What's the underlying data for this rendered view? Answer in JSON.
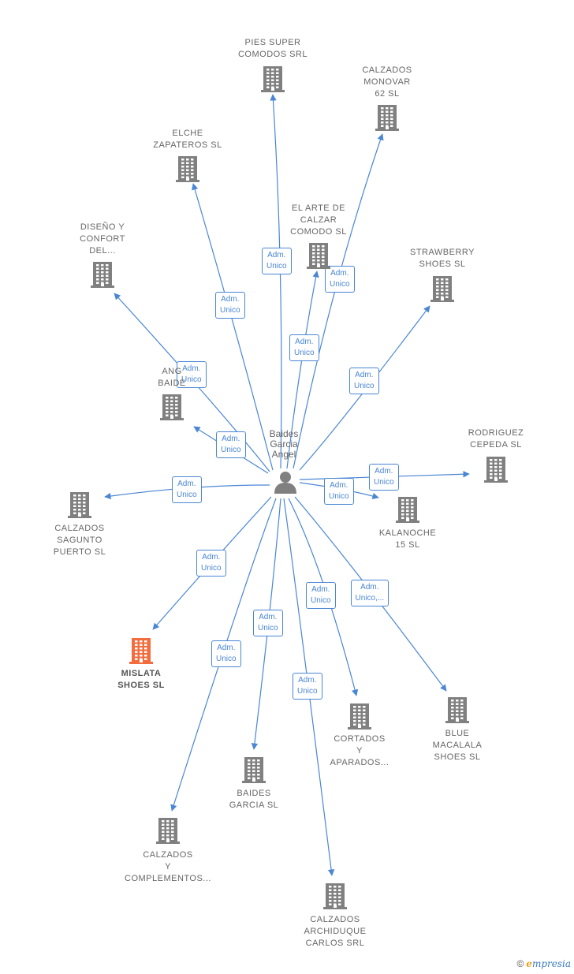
{
  "diagram": {
    "center": {
      "name": "Baides\nGarcia\nAngel"
    },
    "colors": {
      "edge": "#4a86d4",
      "building": "#808080",
      "highlight": "#f26c3d"
    },
    "companies": [
      {
        "id": "pies",
        "label": "PIES SUPER\nCOMODOS SRL",
        "edge_label": "Adm.\nUnico",
        "highlight": false
      },
      {
        "id": "monovar",
        "label": "CALZADOS\nMONOVAR\n62 SL",
        "edge_label": "Adm.\nUnico",
        "highlight": false
      },
      {
        "id": "elche",
        "label": "ELCHE\nZAPATEROS SL",
        "edge_label": "Adm.\nUnico",
        "highlight": false
      },
      {
        "id": "arte",
        "label": "EL ARTE DE\nCALZAR\nCOMODO SL",
        "edge_label": "Adm.\nUnico",
        "highlight": false
      },
      {
        "id": "disenio",
        "label": "DISEÑO Y\nCONFORT\nDEL...",
        "edge_label": "Adm.\nUnico",
        "highlight": false
      },
      {
        "id": "strawberry",
        "label": "STRAWBERRY\nSHOES SL",
        "edge_label": "Adm.\nUnico",
        "highlight": false
      },
      {
        "id": "ang",
        "label": "ANG\nBAIDE",
        "edge_label": "Adm.\nUnico",
        "highlight": false
      },
      {
        "id": "rodriguez",
        "label": "RODRIGUEZ\nCEPEDA SL",
        "edge_label": "Adm.\nUnico",
        "highlight": false
      },
      {
        "id": "kalanoche",
        "label": "KALANOCHE\n15 SL",
        "edge_label": "Adm.\nUnico",
        "highlight": false
      },
      {
        "id": "sagunto",
        "label": "CALZADOS\nSAGUNTO\nPUERTO SL",
        "edge_label": "Adm.\nUnico",
        "highlight": false
      },
      {
        "id": "mislata",
        "label": "MISLATA\nSHOES SL",
        "edge_label": "Adm.\nUnico",
        "highlight": true
      },
      {
        "id": "blue",
        "label": "BLUE\nMACALALA\nSHOES SL",
        "edge_label": "Adm.\nUnico,...",
        "highlight": false
      },
      {
        "id": "cortados",
        "label": "CORTADOS\nY\nAPARADOS...",
        "edge_label": "Adm.\nUnico",
        "highlight": false
      },
      {
        "id": "baides",
        "label": "BAIDES\nGARCIA SL",
        "edge_label": "Adm.\nUnico",
        "highlight": false
      },
      {
        "id": "complementos",
        "label": "CALZADOS\nY\nCOMPLEMENTOS...",
        "edge_label": "Adm.\nUnico",
        "highlight": false
      },
      {
        "id": "archiduque",
        "label": "CALZADOS\nARCHIDUQUE\nCARLOS SRL",
        "edge_label": "Adm.\nUnico",
        "highlight": false
      }
    ]
  },
  "footer": {
    "copyright": "©",
    "brand_first": "e",
    "brand_rest": "mpresia"
  }
}
